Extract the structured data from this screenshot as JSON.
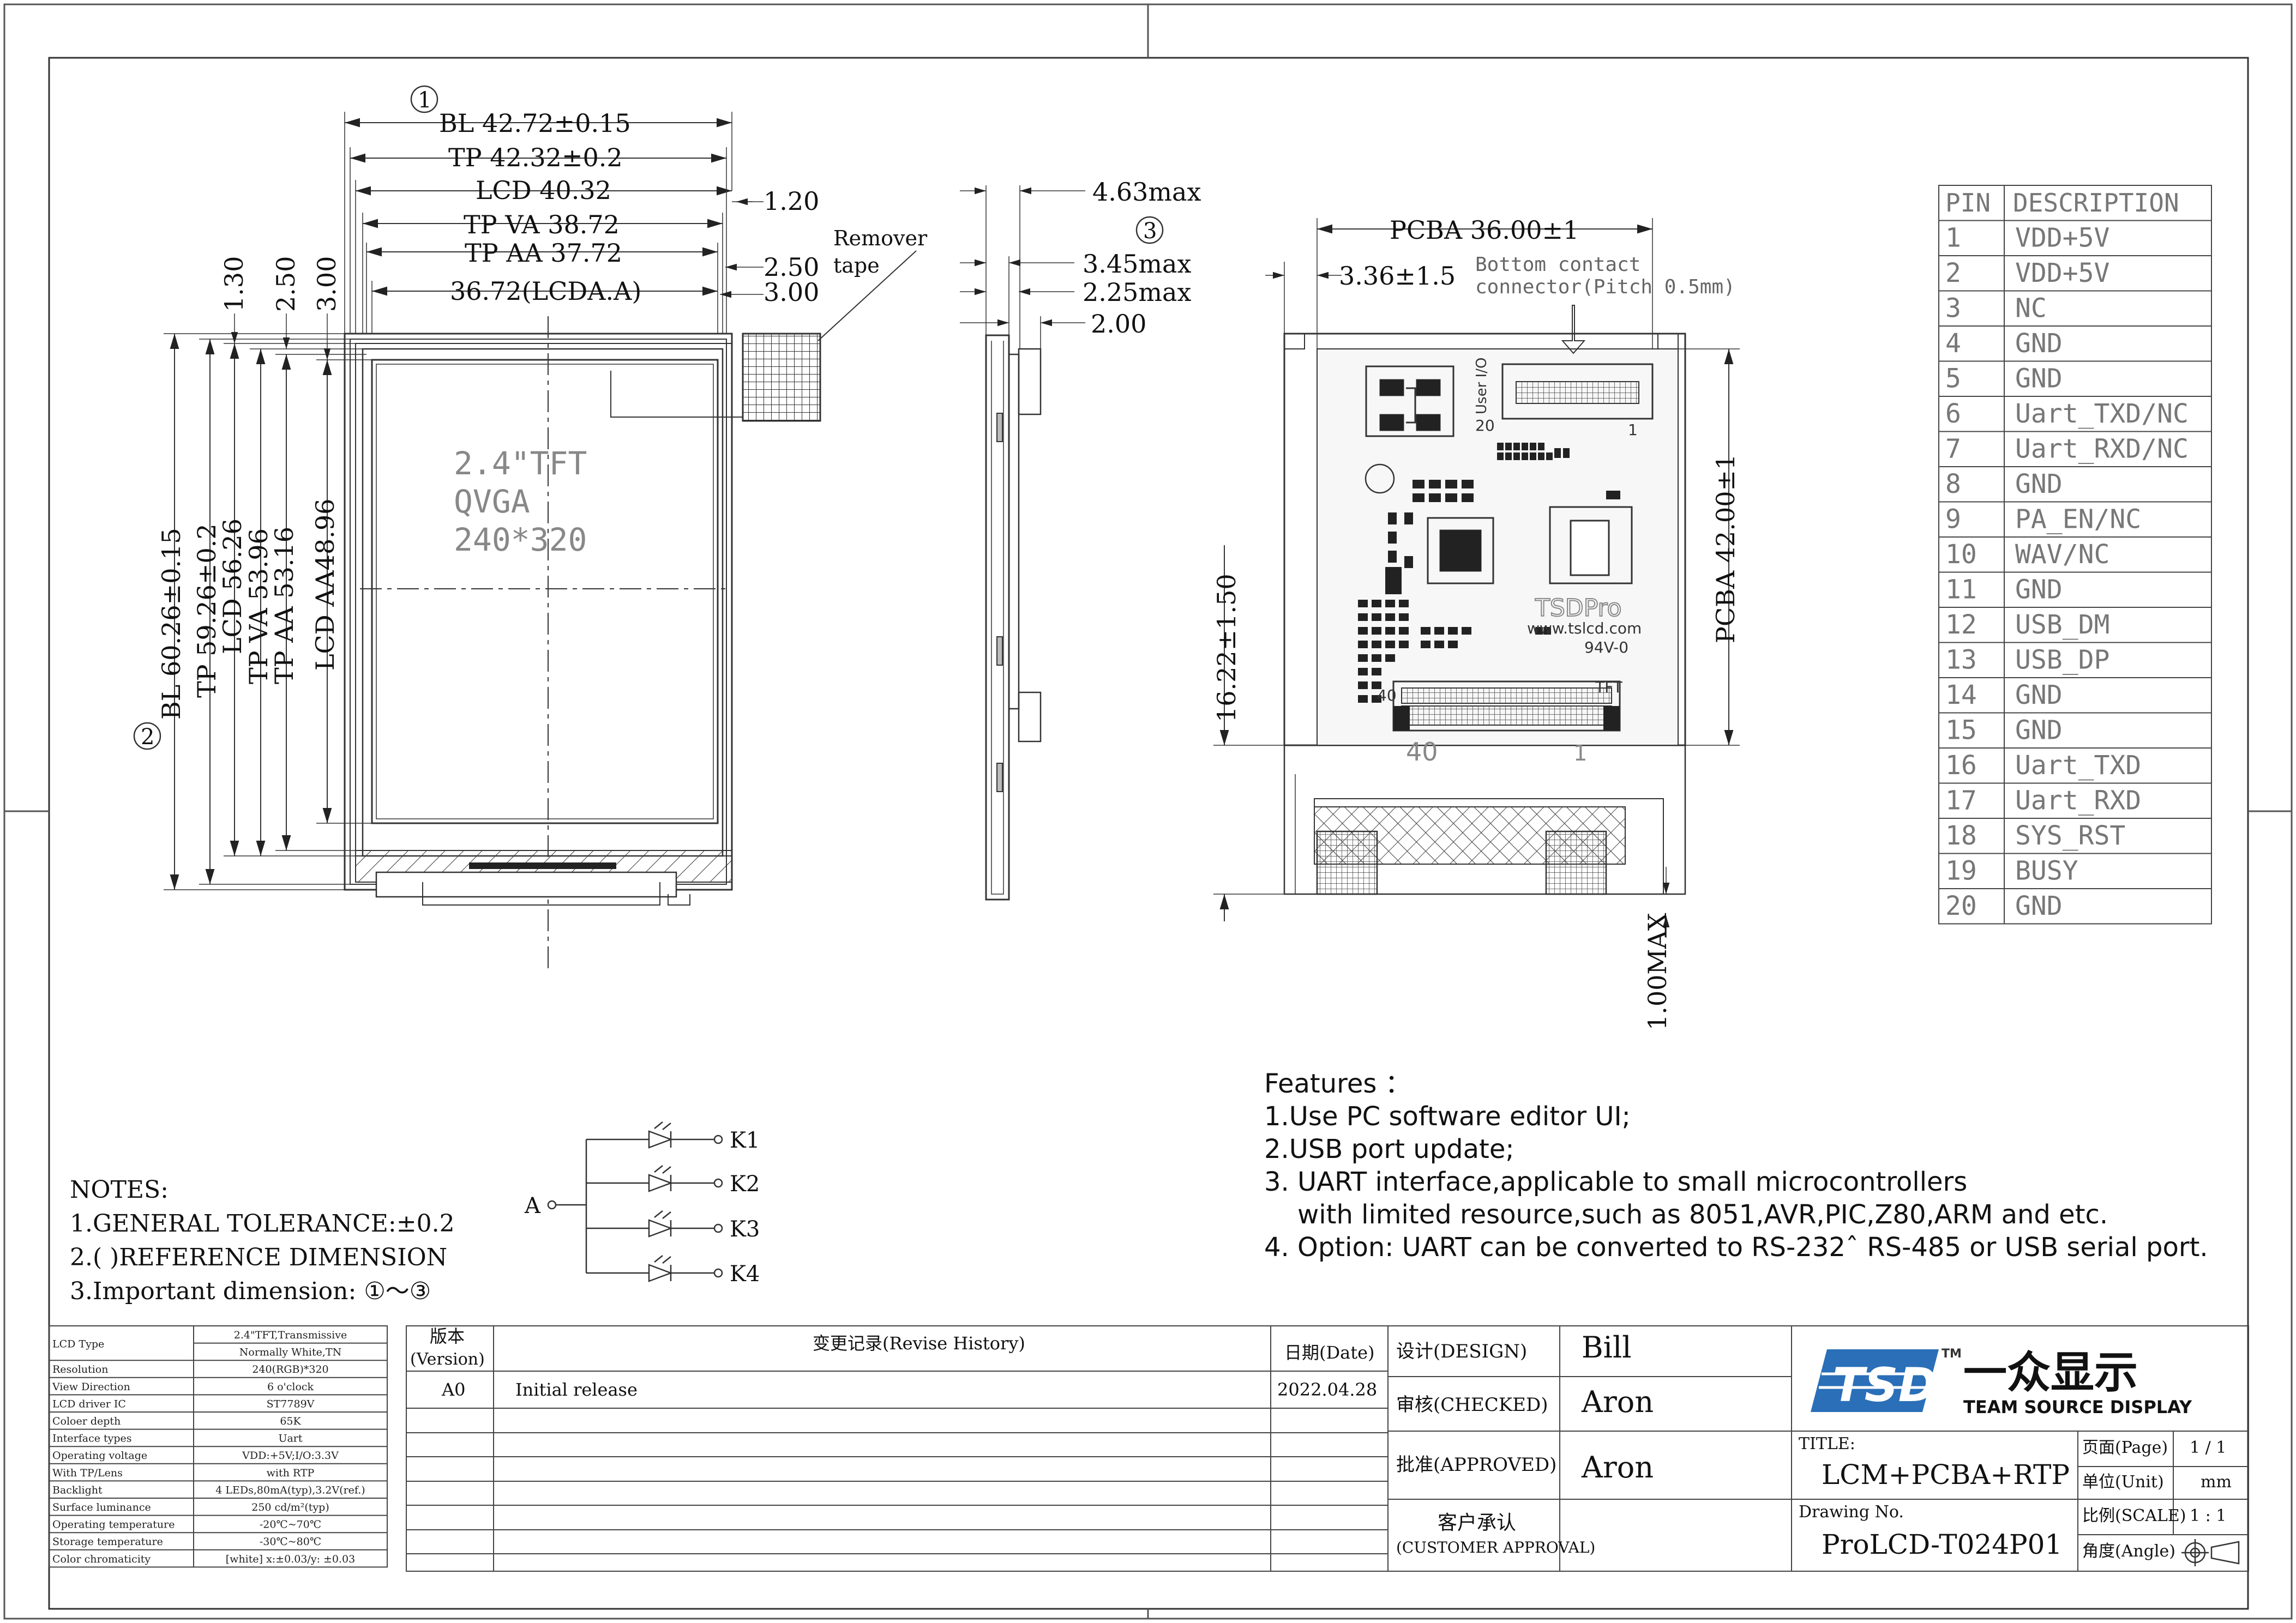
{
  "front_view": {
    "dim_bl_width": "BL 42.72±0.15",
    "dim_tp_width": "TP 42.32±0.2",
    "dim_lcd_width": "LCD 40.32",
    "dim_tp_va_width": "TP VA 38.72",
    "dim_tp_aa_width": "TP AA 37.72",
    "dim_lcda_width": "36.72(LCDA.A)",
    "dim_right_1": "1.20",
    "dim_right_2": "2.50",
    "dim_right_3": "3.00",
    "dim_top_1": "1.30",
    "dim_top_2": "2.50",
    "dim_top_3": "3.00",
    "dim_bl_height": "BL 60.26±0.15",
    "dim_tp_height": "TP 59.26±0.2",
    "dim_lcd_height": "LCD 56.26",
    "dim_tp_va_height": "TP VA 53.96",
    "dim_tp_aa_height": "TP AA 53.16",
    "dim_lcd_aa_height": "LCD AA48.96",
    "remover_tape": [
      "Remover",
      "tape"
    ],
    "screen_text": [
      "2.4\"TFT",
      "QVGA",
      "240*320"
    ],
    "circle_1": "1",
    "circle_2": "2"
  },
  "side_view": {
    "dim_1": "4.63max",
    "dim_2": "3.45max",
    "dim_3": "2.25max",
    "dim_4": "2.00",
    "circle_3": "3"
  },
  "pcb_view": {
    "dim_width": "PCBA 36.00±1",
    "dim_offset": "3.36±1.5",
    "dim_height": "PCBA 42.00±1",
    "dim_left": "16.22±1.50",
    "dim_bottom": "1.00MAX",
    "connector_note": [
      "Bottom contact",
      "connector(Pitch 0.5mm)"
    ],
    "board_brand": "TSDPro",
    "board_url": "www.tslcd.com",
    "board_rating": "94V-0",
    "board_label_user_io": "User I/O",
    "board_label_tft": "TFT",
    "pin_20": "20",
    "pin_1a": "1",
    "pin_40": "40",
    "pin_1b": "1",
    "pin_40b": "40"
  },
  "pin_table": {
    "header": [
      "PIN",
      "DESCRIPTION"
    ],
    "rows": [
      [
        "1",
        "VDD+5V"
      ],
      [
        "2",
        "VDD+5V"
      ],
      [
        "3",
        "NC"
      ],
      [
        "4",
        "GND"
      ],
      [
        "5",
        "GND"
      ],
      [
        "6",
        "Uart_TXD/NC"
      ],
      [
        "7",
        "Uart_RXD/NC"
      ],
      [
        "8",
        "GND"
      ],
      [
        "9",
        "PA_EN/NC"
      ],
      [
        "10",
        "WAV/NC"
      ],
      [
        "11",
        "GND"
      ],
      [
        "12",
        "USB_DM"
      ],
      [
        "13",
        "USB_DP"
      ],
      [
        "14",
        "GND"
      ],
      [
        "15",
        "GND"
      ],
      [
        "16",
        "Uart_TXD"
      ],
      [
        "17",
        "Uart_RXD"
      ],
      [
        "18",
        "SYS_RST"
      ],
      [
        "19",
        "BUSY"
      ],
      [
        "20",
        "GND"
      ]
    ]
  },
  "features": {
    "title": "Features ：",
    "items": [
      "1.Use PC software editor UI;",
      "2.USB port update;",
      "3. UART  interface,applicable to small microcontrollers",
      "    with limited resource,such as 8051,AVR,PIC,Z80,ARM and etc.",
      "4. Option: UART can be converted to RS-232ˆ  RS-485 or USB serial port."
    ]
  },
  "led_schematic": {
    "anode": "A",
    "cathodes": [
      "K1",
      "K2",
      "K3",
      "K4"
    ]
  },
  "notes": {
    "title": "NOTES:",
    "items": [
      "1.GENERAL TOLERANCE:±0.2",
      "2.(  )REFERENCE DIMENSION",
      "3.Important dimension: ①～③"
    ]
  },
  "spec_table": [
    [
      "LCD Type",
      "2.4\"TFT,Transmissive"
    ],
    [
      "",
      "Normally White,TN"
    ],
    [
      "Resolution",
      "240(RGB)*320"
    ],
    [
      "View Direction",
      "6 o'clock"
    ],
    [
      "LCD driver IC",
      "ST7789V"
    ],
    [
      "Coloer depth",
      "65K"
    ],
    [
      "Interface types",
      "Uart"
    ],
    [
      "Operating voltage",
      "VDD:+5V;I/O:3.3V"
    ],
    [
      "With TP/Lens",
      "with RTP"
    ],
    [
      "Backlight",
      "4 LEDs,80mA(typ),3.2V(ref.)"
    ],
    [
      "Surface luminance",
      "250 cd/m²(typ)"
    ],
    [
      "Operating temperature",
      "-20℃~70℃"
    ],
    [
      "Storage temperature",
      "-30℃~80℃"
    ],
    [
      "Color chromaticity",
      "[white] x:±0.03/y:  ±0.03"
    ]
  ],
  "revision": {
    "col_version": [
      "版本",
      "(Version)"
    ],
    "col_history": "变更记录(Revise History)",
    "col_date": "日期(Date)",
    "rows": [
      {
        "version": "A0",
        "history": "Initial release",
        "date": "2022.04.28"
      }
    ]
  },
  "approvals": {
    "design_label": "设计(DESIGN)",
    "design_value": "Bill",
    "checked_label": "审核(CHECKED)",
    "checked_value": "Aron",
    "approved_label": "批准(APPROVED)",
    "approved_value": "Aron",
    "customer_label": [
      "客户承认",
      "(CUSTOMER APPROVAL)"
    ]
  },
  "title_block": {
    "logo_mark": "TSD",
    "logo_tm": "TM",
    "logo_cn": "一众显示",
    "logo_en": "TEAM SOURCE DISPLAY",
    "title_label": "TITLE:",
    "title_value": "LCM+PCBA+RTP",
    "drawing_label": "Drawing No.",
    "drawing_value": "ProLCD-T024P01",
    "page_label": "页面(Page)",
    "page_value": "1 / 1",
    "unit_label": "单位(Unit)",
    "unit_value": "mm",
    "scale_label": "比例(SCALE)",
    "scale_value": "1 : 1",
    "angle_label": "角度(Angle)"
  }
}
